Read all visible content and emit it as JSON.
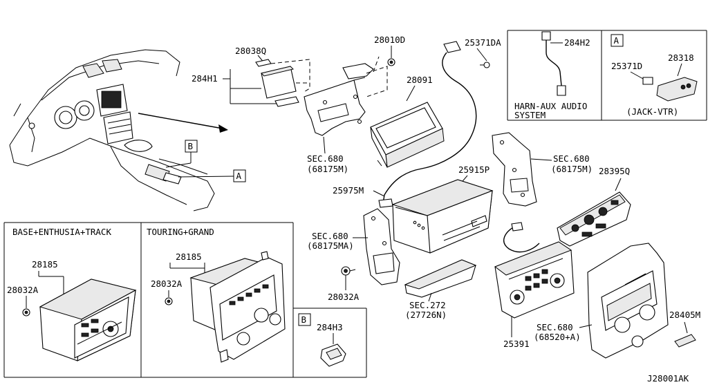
{
  "diagram": {
    "code": "J28001AK",
    "callouts": {
      "p28038Q": "28038Q",
      "p284H1": "284H1",
      "p28010D": "28010D",
      "p25371DA": "25371DA",
      "p28091": "28091",
      "sec680_a": "SEC.680",
      "sec680_a_sub": "(68175M)",
      "sec680_b": "SEC.680",
      "sec680_b_sub": "(68175M)",
      "p25915P": "25915P",
      "p25975M": "25975M",
      "p28395Q": "28395Q",
      "sec680_c": "SEC.680",
      "sec680_c_sub": "(68175MA)",
      "p28032A_mid": "28032A",
      "sec272": "SEC.272",
      "sec272_sub": "(27726N)",
      "sec680_d": "SEC.680",
      "sec680_d_sub": "(68520+A)",
      "p25391": "25391",
      "p28405M": "28405M"
    },
    "markers": {
      "a": "A",
      "b": "B"
    },
    "inset_harness": {
      "part": "284H2",
      "caption_line1": "HARN-AUX AUDIO",
      "caption_line2": "SYSTEM"
    },
    "inset_jack": {
      "marker": "A",
      "part_screw": "25371D",
      "part_jack": "28318",
      "caption": "(JACK-VTR)"
    },
    "panel_base": {
      "title": "BASE+ENTHUSIA+TRACK",
      "part_unit": "28185",
      "part_screw": "28032A"
    },
    "panel_touring": {
      "title": "TOURING+GRAND",
      "part_unit": "28185",
      "part_screw": "28032A"
    },
    "panel_b": {
      "marker": "B",
      "part": "284H3"
    }
  }
}
